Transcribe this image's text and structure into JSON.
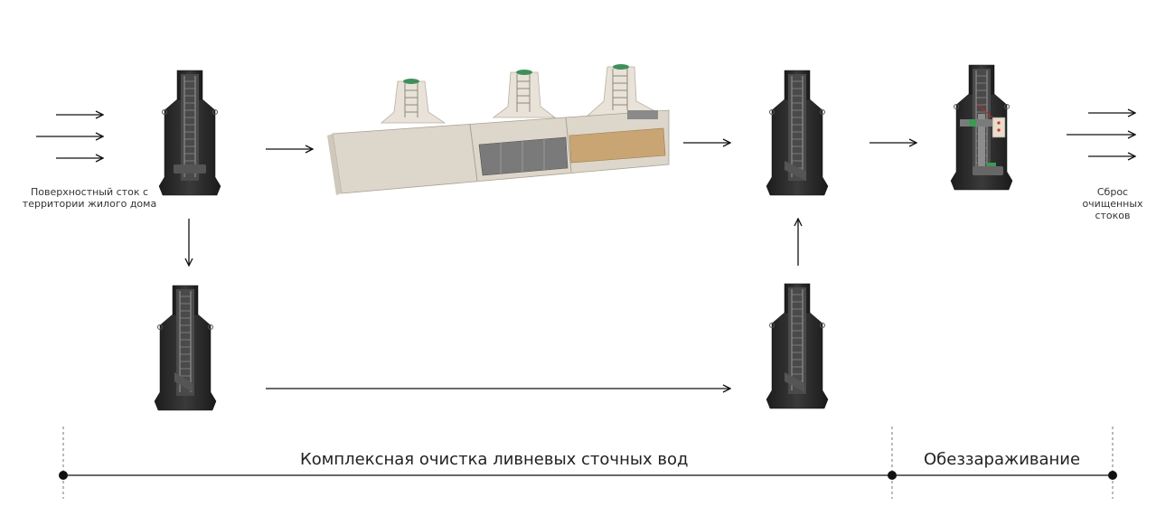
{
  "labels": {
    "source": "Поверхностный сток с территории жилого дома",
    "discharge": "Сброс очищенных стоков"
  },
  "stages": {
    "treatment": "Комплексная очистка ливневых сточных вод",
    "disinfection": "Обеззараживание"
  },
  "colors": {
    "tank_body": "#2a2a2a",
    "separator_body": "#e5dfd4",
    "sorbent": "#c9a574",
    "line": "#111111"
  }
}
